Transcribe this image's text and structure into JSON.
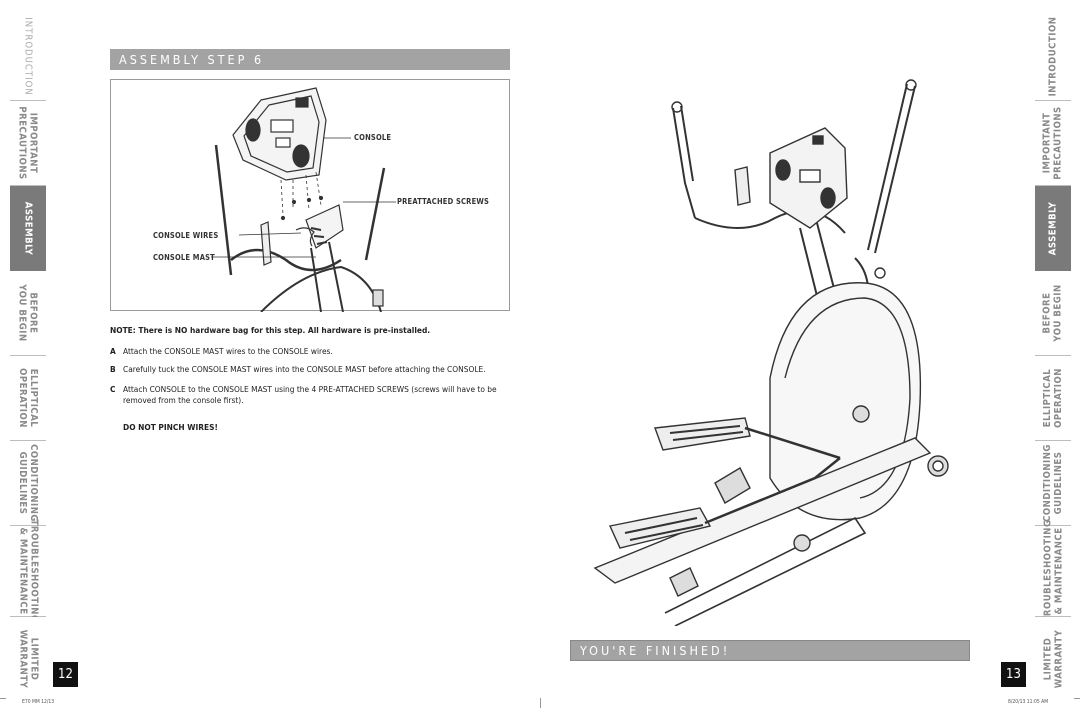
{
  "tabs": [
    {
      "label": "INTRODUCTION",
      "lines": "INTRODUCTION",
      "active": false
    },
    {
      "label": "IMPORTANT PRECAUTIONS",
      "lines": "IMPORTANT\nPRECAUTIONS",
      "active": false
    },
    {
      "label": "ASSEMBLY",
      "lines": "ASSEMBLY",
      "active": true
    },
    {
      "label": "BEFORE YOU BEGIN",
      "lines": "BEFORE\nYOU BEGIN",
      "active": false
    },
    {
      "label": "ELLIPTICAL OPERATION",
      "lines": "ELLIPTICAL\nOPERATION",
      "active": false
    },
    {
      "label": "CONDITIONING GUIDELINES",
      "lines": "CONDITIONING\nGUIDELINES",
      "active": false
    },
    {
      "label": "TROUBLESHOOTING & MAINTENANCE",
      "lines": "TROUBLESHOOTING\n& MAINTENANCE",
      "active": false
    },
    {
      "label": "LIMITED WARRANTY",
      "lines": "LIMITED\nWARRANTY",
      "active": false
    }
  ],
  "left_page": {
    "banner": "ASSEMBLY STEP 6",
    "callouts": {
      "console": "CONSOLE",
      "preattached_screws": "PREATTACHED SCREWS",
      "console_wires": "CONSOLE WIRES",
      "console_mast": "CONSOLE MAST"
    },
    "note": "NOTE: There is NO hardware bag for this step. All hardware is pre-installed.",
    "steps": [
      {
        "letter": "A",
        "text": "Attach the CONSOLE MAST wires to the CONSOLE wires."
      },
      {
        "letter": "B",
        "text": "Carefully tuck the CONSOLE MAST wires into the CONSOLE MAST before attaching the CONSOLE."
      },
      {
        "letter": "C",
        "text": "Attach CONSOLE to the CONSOLE MAST using the 4 PRE-ATTACHED SCREWS (screws will have to be removed from the console first)."
      }
    ],
    "warning": "DO NOT PINCH WIRES!",
    "page_number": "12",
    "footer": "E70 MM 12/13"
  },
  "right_page": {
    "banner": "YOU'RE FINISHED!",
    "page_number": "13",
    "footer": "8/20/13 11:05 AM"
  }
}
